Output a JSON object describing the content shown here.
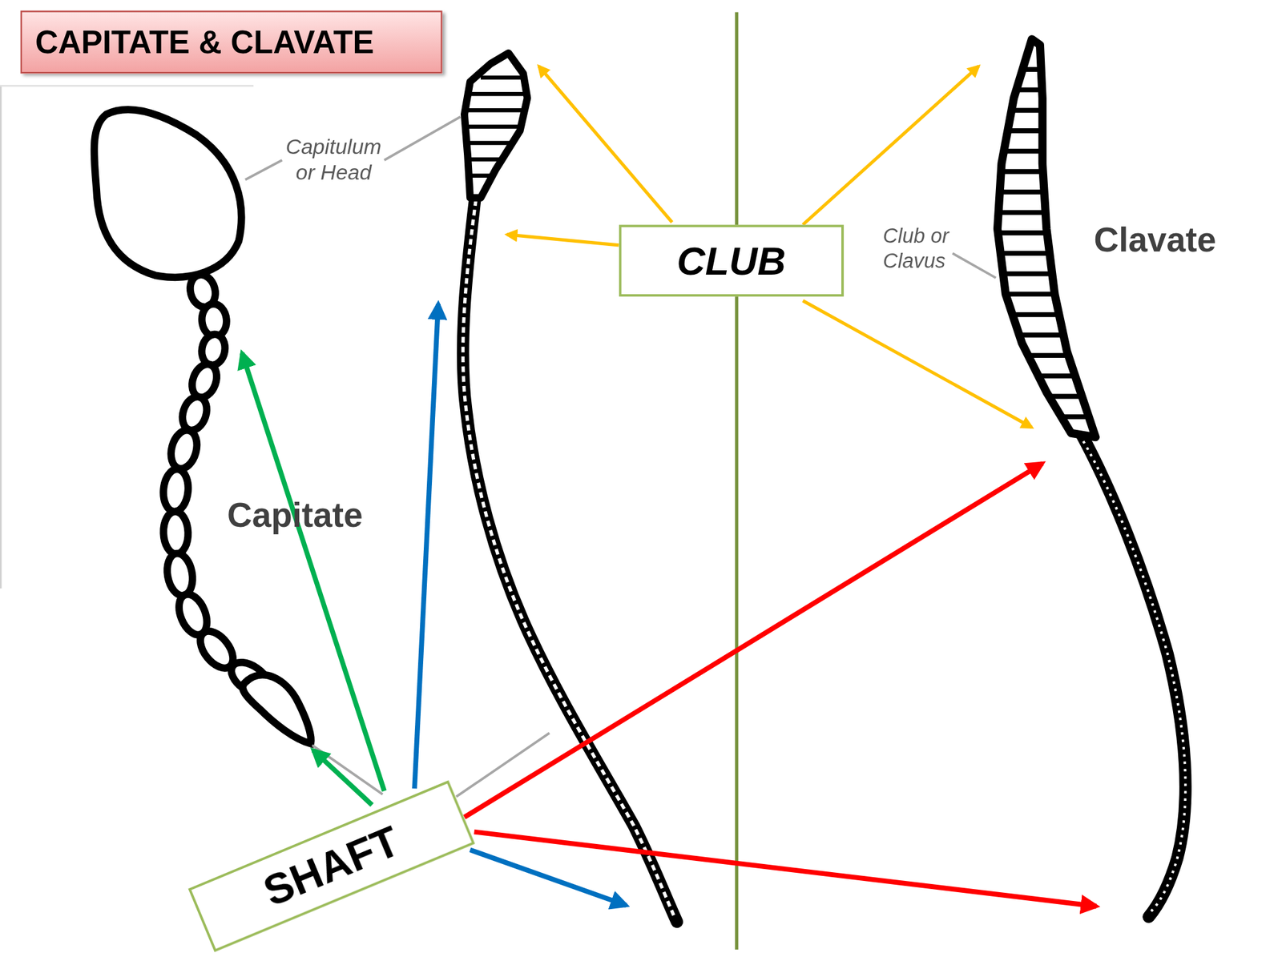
{
  "diagram": {
    "title": "CAPITATE & CLAVATE",
    "nodes": [
      {
        "text": [
          "CLUB"
        ]
      },
      {
        "text": [
          "SHAFT"
        ]
      }
    ],
    "labels": [
      "Capitulum or Head",
      "Capitate",
      "Club or Clavus",
      "Clavate"
    ]
  }
}
